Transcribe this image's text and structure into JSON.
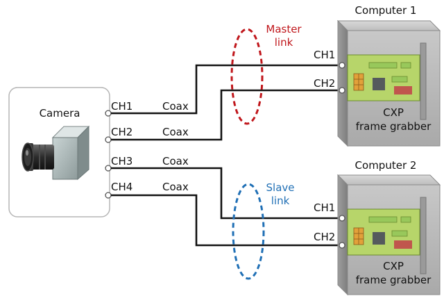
{
  "camera": {
    "label": "Camera",
    "channels": [
      "CH1",
      "CH2",
      "CH3",
      "CH4"
    ],
    "cable_labels": [
      "Coax",
      "Coax",
      "Coax",
      "Coax"
    ]
  },
  "computer1": {
    "title": "Computer 1",
    "ch_labels": [
      "CH1",
      "CH2"
    ],
    "card_line1": "CXP",
    "card_line2": "frame grabber"
  },
  "computer2": {
    "title": "Computer 2",
    "ch_labels": [
      "CH1",
      "CH2"
    ],
    "card_line1": "CXP",
    "card_line2": "frame grabber"
  },
  "master_link": {
    "line1": "Master",
    "line2": "link",
    "color": "#c0161b"
  },
  "slave_link": {
    "line1": "Slave",
    "line2": "link",
    "color": "#1f6fb5"
  },
  "colors": {
    "wire": "#111111",
    "board_green": "#b7d56a",
    "chip_light": "#98c85b",
    "chip_gray": "#555a5d",
    "chip_red": "#c0564d",
    "chip_orange": "#e2a13a"
  }
}
